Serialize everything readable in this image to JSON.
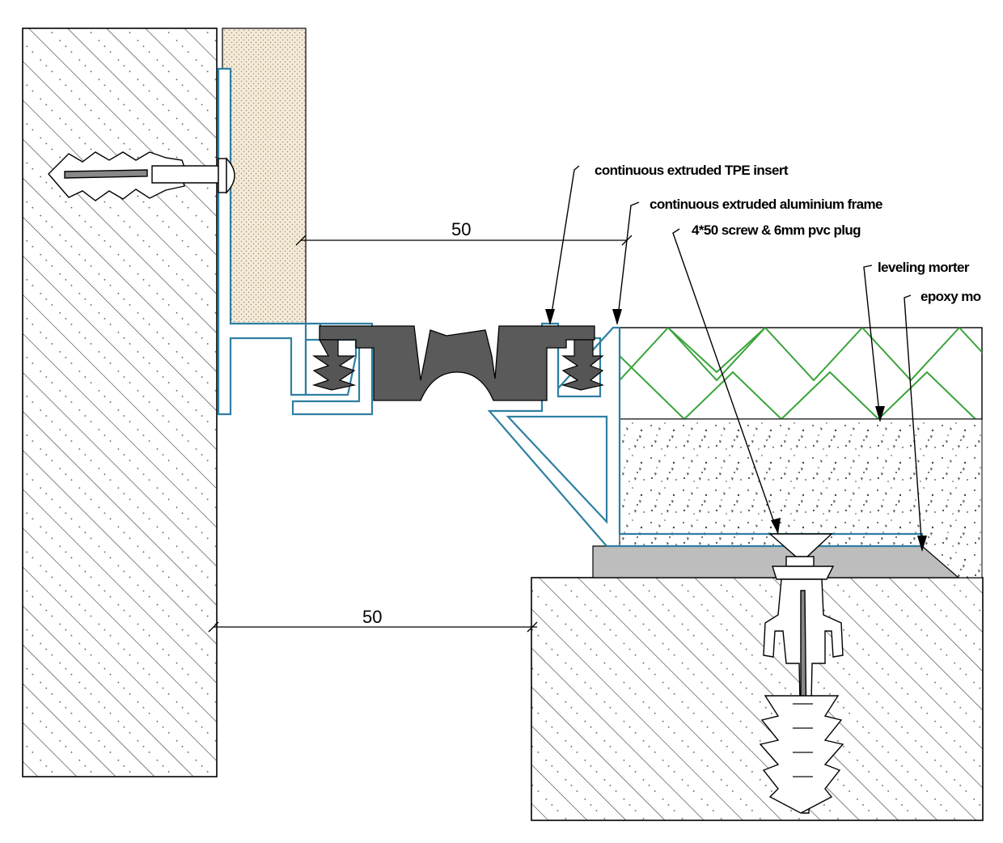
{
  "labels": {
    "tpe_insert": "continuous extruded TPE insert",
    "aluminium_frame": "continuous extruded aluminium frame",
    "screw_plug": "4*50 screw & 6mm pvc plug",
    "leveling_mortar": "leveling morter",
    "epoxy_mortar": "epoxy mo"
  },
  "dimensions": {
    "joint_top": "50",
    "joint_bottom": "50"
  },
  "colors": {
    "frame": "#2f7fa3",
    "tile_pattern": "#3aa33a",
    "insert_dark": "#555555",
    "epoxy": "#bdbdbd",
    "wall_hatch": "#2a3a4a",
    "plaster": "#f3ead8"
  }
}
